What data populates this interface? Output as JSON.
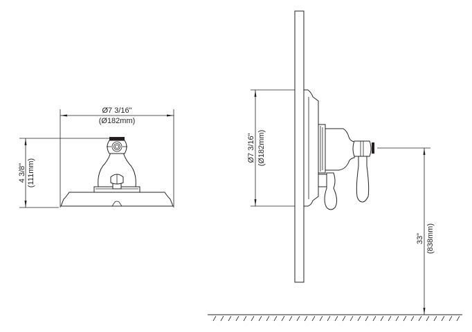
{
  "drawing": {
    "front_view": {
      "width_dimension": {
        "imperial": "Ø7 3/16\"",
        "metric": "(Ø182mm)"
      },
      "height_dimension": {
        "imperial": "4 3/8\"",
        "metric": "(111mm)"
      }
    },
    "side_view": {
      "plate_diameter_dimension": {
        "imperial": "Ø7 3/16\"",
        "metric": "(Ø182mm)"
      },
      "floor_height_dimension": {
        "imperial": "33\"",
        "metric": "(838mm)"
      }
    },
    "colors": {
      "line": "#231f20",
      "background": "#ffffff"
    }
  }
}
